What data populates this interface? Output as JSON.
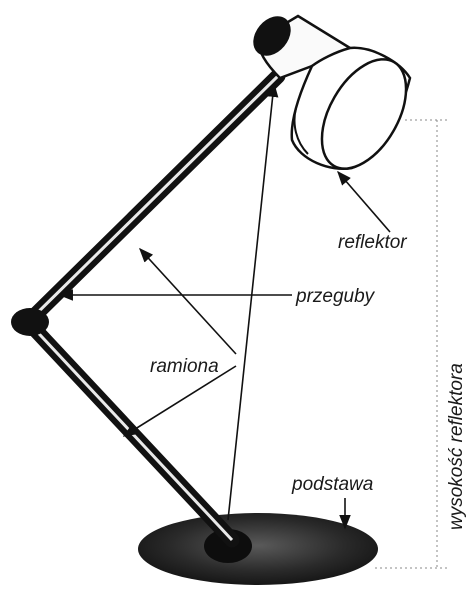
{
  "labels": {
    "reflector": "reflektor",
    "joints": "przeguby",
    "arms": "ramiona",
    "base": "podstawa",
    "height": "wysokość reflektora"
  }
}
